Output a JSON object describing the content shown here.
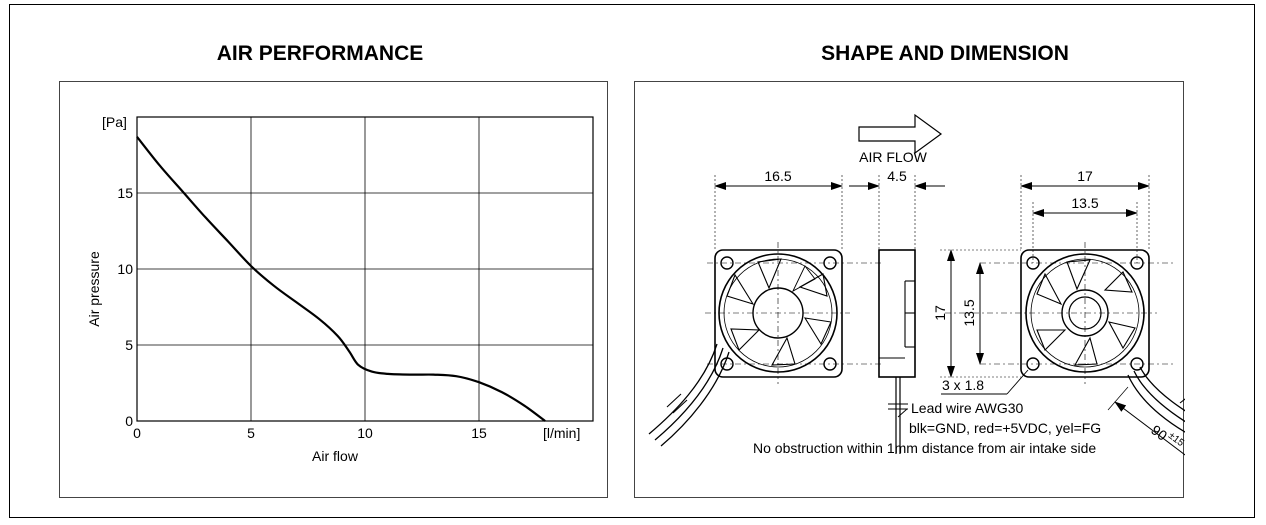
{
  "left_title": "AIR PERFORMANCE",
  "right_title": "SHAPE AND DIMENSION",
  "chart_data": {
    "type": "line",
    "title": "",
    "xlabel": "Air flow",
    "ylabel": "Air pressure",
    "x_unit": "[l/min]",
    "y_unit": "[Pa]",
    "xlim": [
      0,
      20
    ],
    "ylim": [
      0,
      20
    ],
    "xticks": [
      0,
      5,
      10,
      15
    ],
    "yticks": [
      0,
      5,
      10,
      15
    ],
    "grid": true,
    "series": [
      {
        "x": [
          0,
          1,
          2,
          3,
          4,
          5,
          6,
          7,
          8,
          8.8,
          9.3,
          9.7,
          10.3,
          11,
          12,
          13,
          14,
          15,
          16,
          17,
          17.9
        ],
        "y": [
          18.7,
          16.8,
          15.1,
          13.4,
          11.8,
          10.2,
          8.9,
          7.8,
          6.7,
          5.6,
          4.6,
          3.7,
          3.25,
          3.1,
          3.05,
          3.05,
          2.95,
          2.55,
          1.9,
          1.0,
          0
        ]
      }
    ]
  },
  "diagram": {
    "air_flow_label": "AIR FLOW",
    "dim_front_width": "16.5",
    "dim_side_thickness": "4.5",
    "dim_rear_width": "17",
    "dim_rear_hole_pitch": "13.5",
    "dim_height": "17",
    "dim_hole_pitch_vertical": "13.5",
    "hole_label": "3 x 1.8",
    "lead_length": "90",
    "lead_tolerance": "±15",
    "note_lead_wire": "Lead wire AWG30",
    "note_colors": "blk=GND, red=+5VDC, yel=FG",
    "note_obstruction": "No obstruction within 1mm distance from air intake side"
  }
}
